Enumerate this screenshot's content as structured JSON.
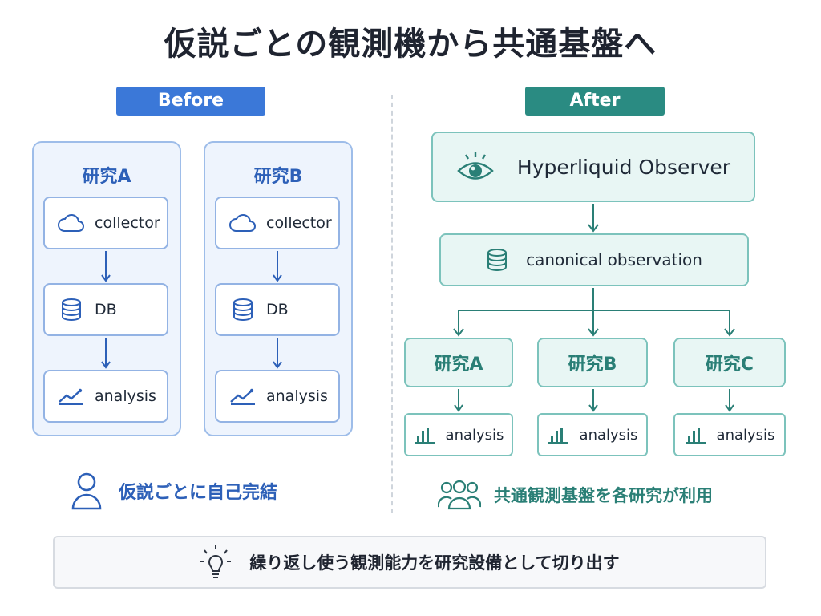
{
  "title": "仮説ごとの観測機から共通基盤へ",
  "before": {
    "label": "Before",
    "columns": [
      {
        "title": "研究A",
        "items": [
          "collector",
          "DB",
          "analysis"
        ]
      },
      {
        "title": "研究B",
        "items": [
          "collector",
          "DB",
          "analysis"
        ]
      }
    ],
    "caption": "仮説ごとに自己完結"
  },
  "after": {
    "label": "After",
    "observer": "Hyperliquid Observer",
    "canonical": "canonical observation",
    "studies": [
      {
        "title": "研究A",
        "analysis": "analysis"
      },
      {
        "title": "研究B",
        "analysis": "analysis"
      },
      {
        "title": "研究C",
        "analysis": "analysis"
      }
    ],
    "caption": "共通観測基盤を各研究が利用"
  },
  "footer": "繰り返し使う観測能力を研究設備として切り出す",
  "icons": [
    "cloud-icon",
    "database-icon",
    "line-chart-icon",
    "eye-icon",
    "bar-chart-icon",
    "user-icon",
    "users-icon",
    "lightbulb-icon"
  ],
  "colors": {
    "before_accent": "#3b78d8",
    "after_accent": "#2a8b82"
  }
}
